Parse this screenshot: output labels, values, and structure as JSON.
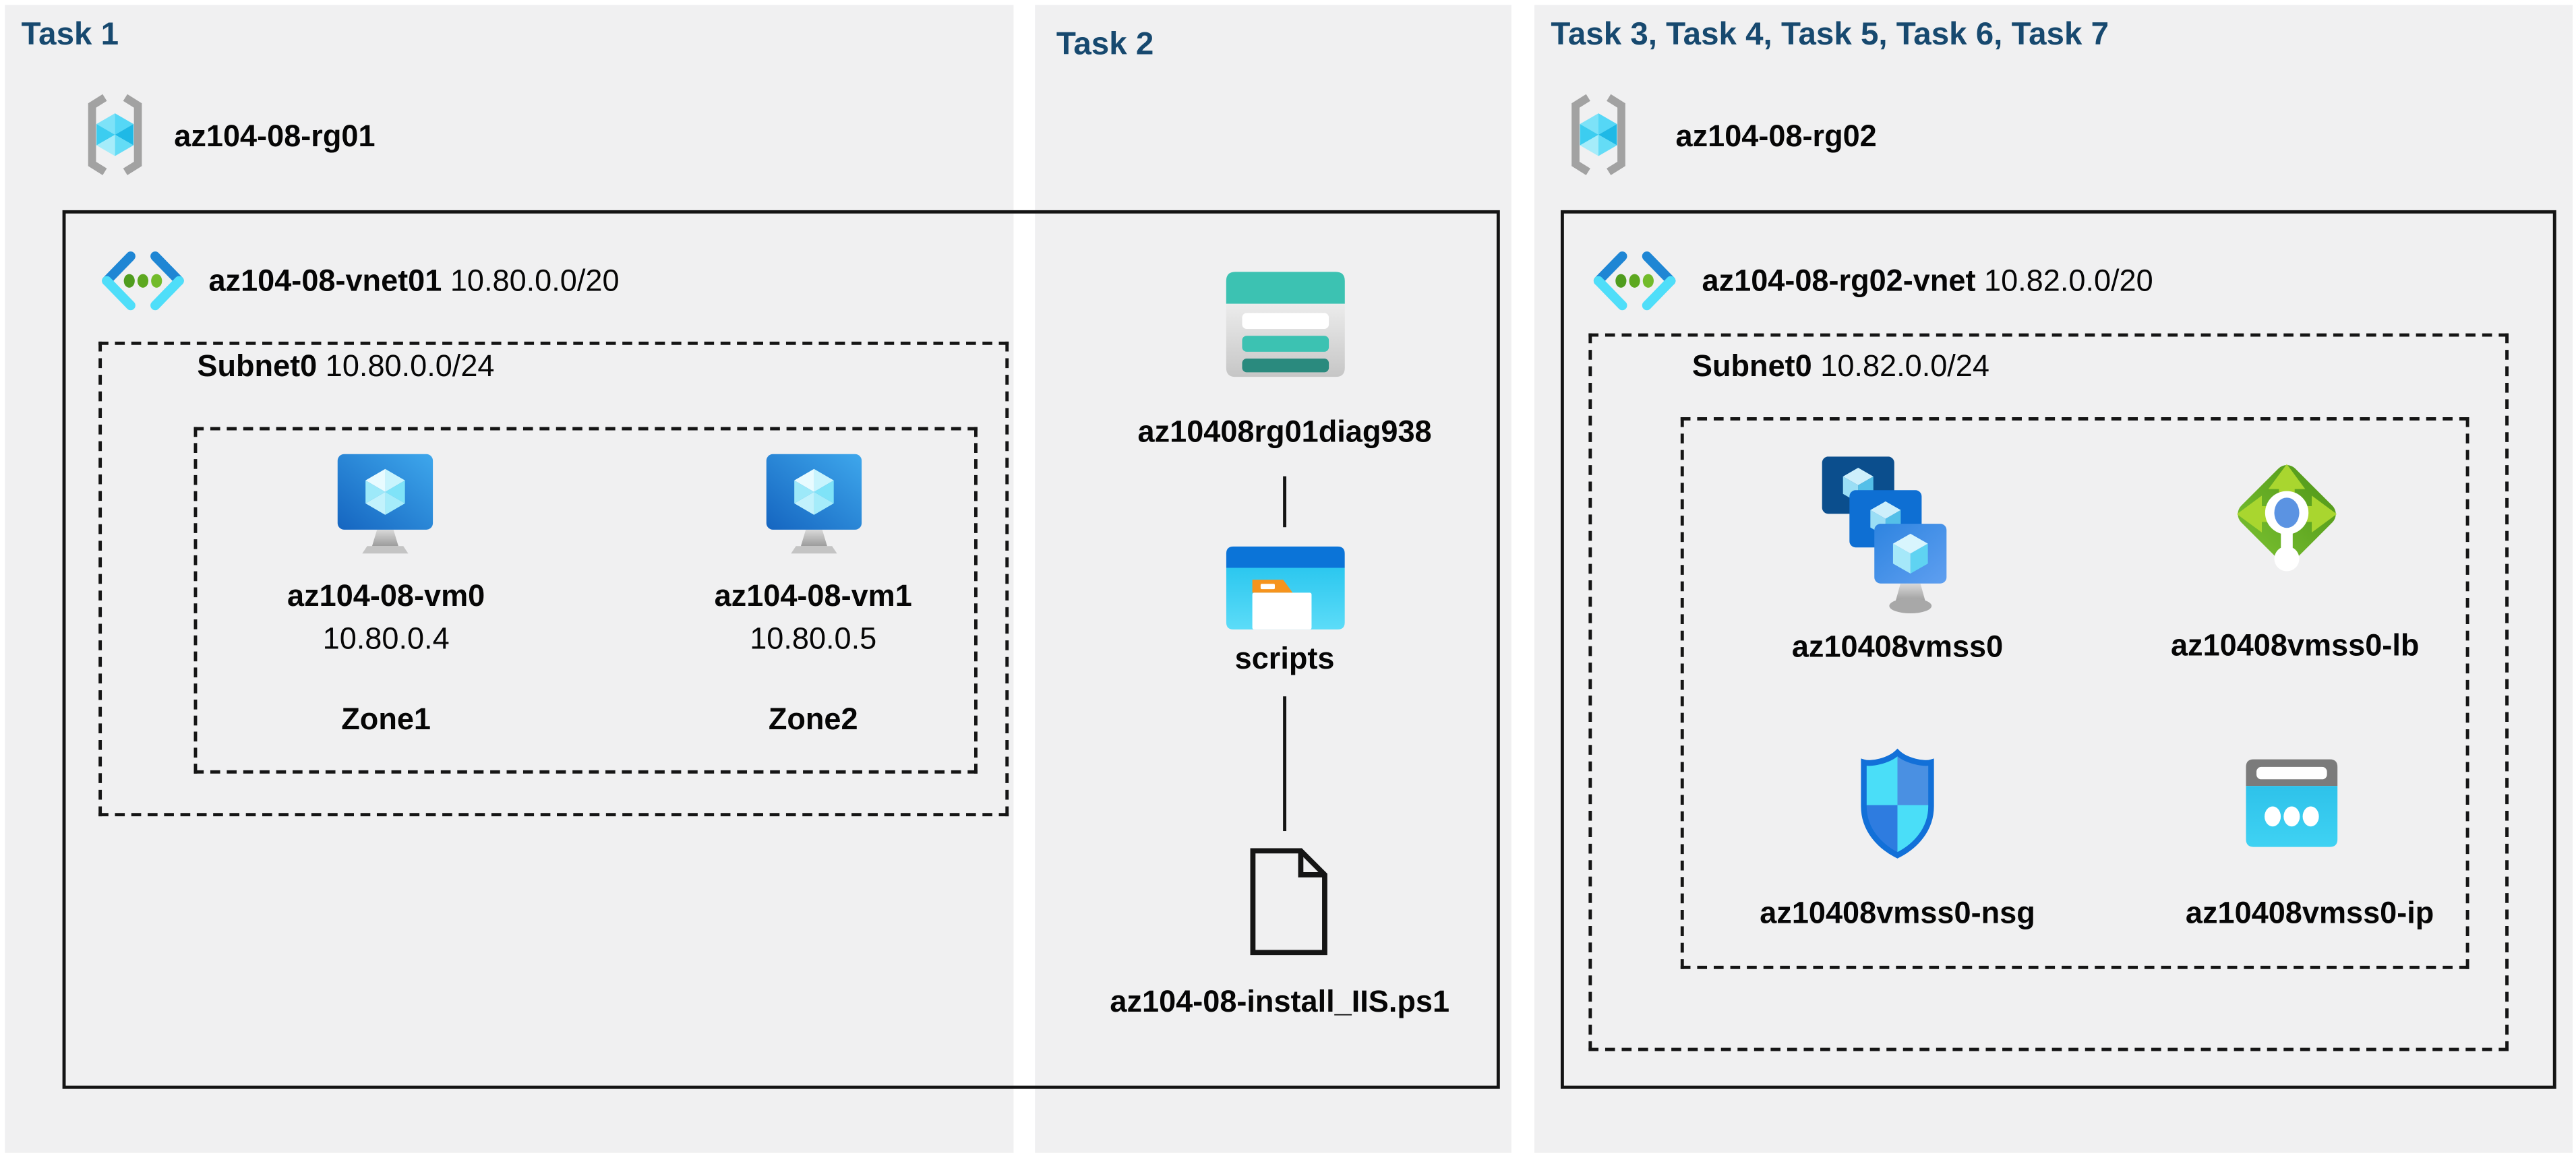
{
  "colors": {
    "title_blue": "#17496f",
    "panel_gray": "#f0f0f1",
    "line_black": "#141414",
    "azure_cyan": "#35c9ee",
    "azure_blue": "#1f86d4",
    "teal": "#3cc2b2",
    "green_lb": "#63ab22"
  },
  "task1": {
    "title": "Task 1",
    "resource_group": "az104-08-rg01",
    "vnet_name": "az104-08-vnet01",
    "vnet_cidr": "10.80.0.0/20",
    "subnet_name": "Subnet0",
    "subnet_cidr": "10.80.0.0/24",
    "vms": [
      {
        "name": "az104-08-vm0",
        "ip": "10.80.0.4",
        "zone": "Zone1"
      },
      {
        "name": "az104-08-vm1",
        "ip": "10.80.0.5",
        "zone": "Zone2"
      }
    ]
  },
  "task2": {
    "title": "Task 2",
    "storage_account": "az10408rg01diag938",
    "container": "scripts",
    "script_file": "az104-08-install_IIS.ps1"
  },
  "task3": {
    "title": "Task 3, Task 4, Task 5, Task 6, Task 7",
    "resource_group": "az104-08-rg02",
    "vnet_name": "az104-08-rg02-vnet",
    "vnet_cidr": "10.82.0.0/20",
    "subnet_name": "Subnet0",
    "subnet_cidr": "10.82.0.0/24",
    "vmss": "az10408vmss0",
    "load_balancer": "az10408vmss0-lb",
    "nsg": "az10408vmss0-nsg",
    "public_ip": "az10408vmss0-ip"
  }
}
